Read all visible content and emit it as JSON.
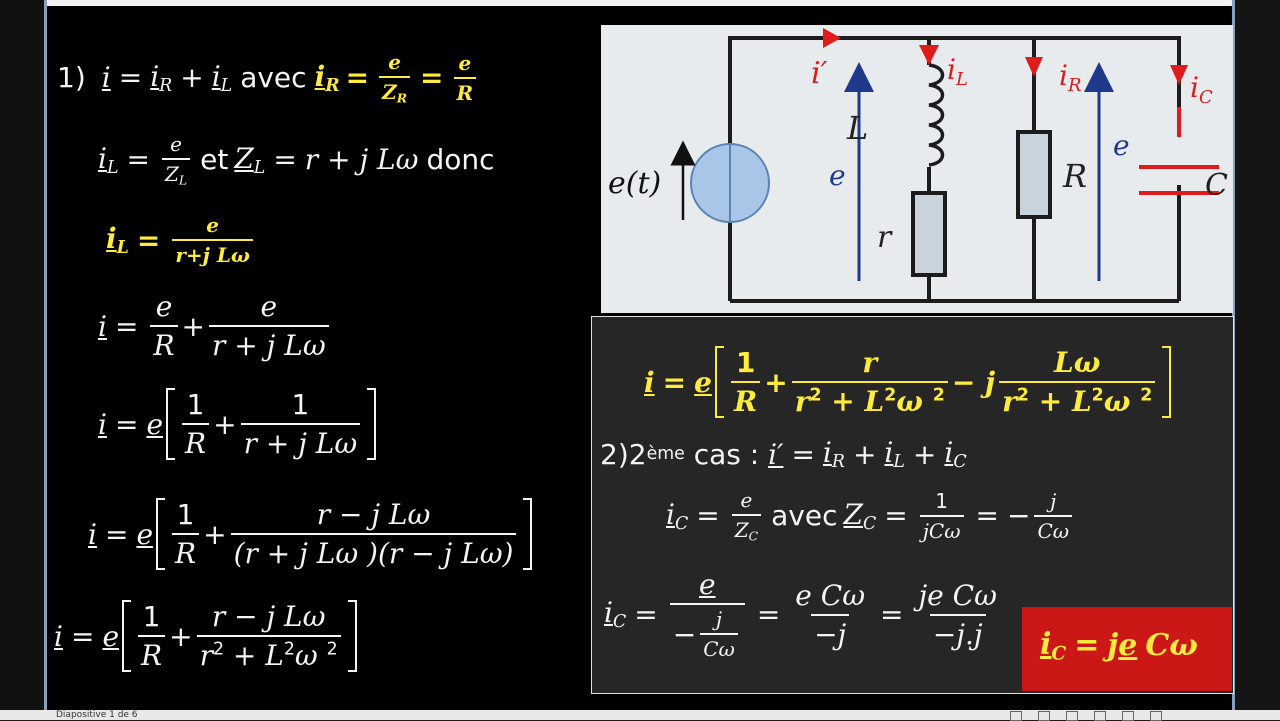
{
  "slide": {
    "status_text": "Diapositive 1 de 6"
  },
  "left": {
    "l1": {
      "num": "1)",
      "i": "i",
      "eq": "=",
      "iR": "i",
      "iRsub": "R",
      "plus": "+",
      "iL": "i",
      "iLsub": "L",
      "avec": "avec",
      "iR2": "i",
      "iR2sub": "R",
      "e1": "e",
      "ZR": "Z",
      "ZRsub": "R",
      "e2": "e",
      "R": "R"
    },
    "l2": {
      "iL": "i",
      "iLsub": "L",
      "e": "e",
      "ZL": "Z",
      "ZLsub": "L",
      "et": "et",
      "ZL2": "Z",
      "ZL2sub": "L",
      "rhs": "r + j Lω",
      "donc": "donc"
    },
    "l3": {
      "iL": "i",
      "iLsub": "L",
      "num": "e",
      "den": "r+j Lω"
    },
    "l4": {
      "i": "i",
      "n1": "e",
      "d1": "R",
      "n2": "e",
      "d2": "r + j Lω"
    },
    "l5": {
      "i": "i",
      "e": "e",
      "n1": "1",
      "d1": "R",
      "n2": "1",
      "d2": "r + j Lω"
    },
    "l6": {
      "i": "i",
      "e": "e",
      "n1": "1",
      "d1": "R",
      "n2": "r − j Lω",
      "d2": "(r + j Lω )(r − j Lω)"
    },
    "l7": {
      "i": "i",
      "e": "e",
      "n1": "1",
      "d1": "R",
      "n2": "r − j Lω",
      "d2a": "r",
      "d2b": " +  L",
      "d2c": "ω "
    }
  },
  "right": {
    "big": {
      "i": "i",
      "e": "e",
      "n1": "1",
      "d1": "R",
      "n2": "r",
      "d2a": "r",
      "d2b": " +  L",
      "d2c": "ω ",
      "mj": "− j",
      "n3": "Lω",
      "d3a": "r",
      "d3b": " +  L",
      "d3c": "ω "
    },
    "case2": {
      "prefix": "2)2",
      "sup": "ème",
      "cas": " cas : ",
      "ip": "i′",
      "iR": "i",
      "iRsub": "R",
      "iL": "i",
      "iLsub": "L",
      "iC": "i",
      "iCsub": "C"
    },
    "l2": {
      "iC": "i",
      "iCsub": "C",
      "e": "e",
      "ZC": "Z",
      "ZCsub": "C",
      "avec": "avec",
      "ZC2": "Z",
      "ZC2sub": "C",
      "one": "1",
      "jCw": "jCω",
      "minus": "−",
      "j": "j",
      "Cw": "Cω"
    },
    "l3": {
      "iC": "i",
      "iCsub": "C",
      "e": "e",
      "mj": "−",
      "j": "j",
      "Cw": "Cω",
      "n2": "e Cω",
      "d2": "−j",
      "n3": "je Cω",
      "d3": "−j.j"
    },
    "result": {
      "iC": "i",
      "iCsub": "C",
      "eq": "=",
      "j": "j",
      "e": "e",
      "Cw": "Cω"
    }
  },
  "circuit": {
    "source_label": "e(t)",
    "i_prime": "i′",
    "iL": "i",
    "iLsub": "L",
    "iR": "i",
    "iRsub": "R",
    "iC": "i",
    "iCsub": "C",
    "L": "L",
    "r": "r",
    "R": "R",
    "C": "C",
    "e1": "e",
    "e2": "e",
    "colors": {
      "wire": "#1c1c1c",
      "current": "#e01b1b",
      "voltage": "#1f3a8a",
      "source_fill": "#a9c6e8"
    }
  }
}
